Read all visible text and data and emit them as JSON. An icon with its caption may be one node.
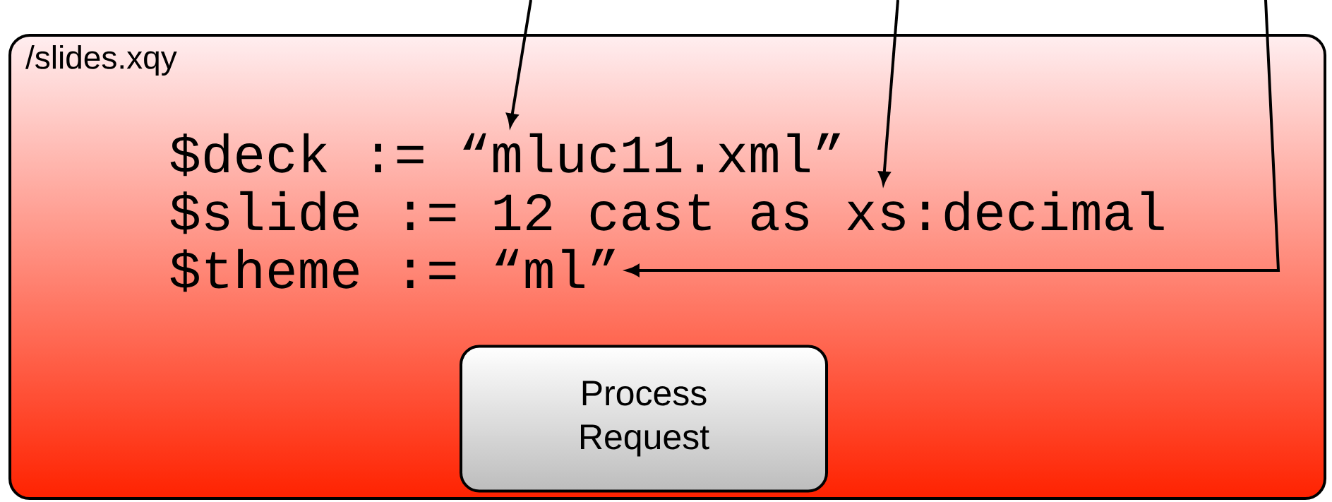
{
  "diagram": {
    "nodes": [
      {
        "text": [
          "/slides.xqy"
        ]
      },
      {
        "text": [
          "$deck := “mluc11.xml”"
        ],
        "in": 0
      },
      {
        "text": [
          "$slide := 12 cast as xs:decimal"
        ],
        "in": 0
      },
      {
        "text": [
          "$theme := “ml”"
        ],
        "in": 0
      },
      {
        "text": [
          "Process Request"
        ],
        "in": 0
      }
    ],
    "edges": [
      {
        "from": null,
        "to": 1,
        "arrow": "to"
      },
      {
        "from": null,
        "to": 2,
        "arrow": "to"
      },
      {
        "from": null,
        "to": 3,
        "arrow": "to"
      }
    ]
  }
}
